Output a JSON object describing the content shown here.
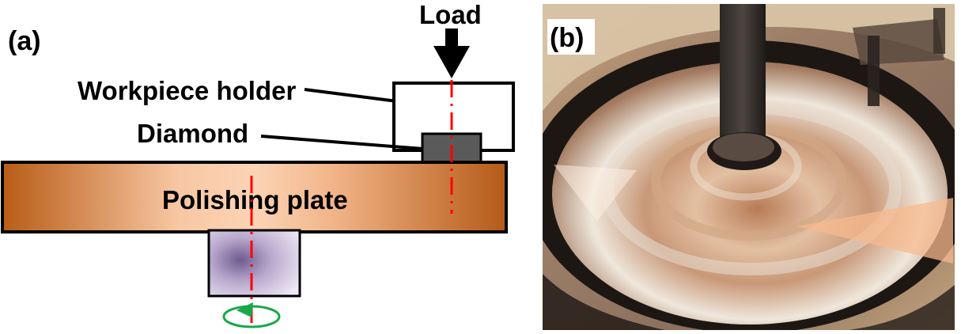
{
  "figure": {
    "panel_a": {
      "label": "(a)",
      "labels": {
        "load": "Load",
        "workpiece_holder": "Workpiece holder",
        "diamond": "Diamond",
        "polishing_plate": "Polishing plate"
      }
    },
    "panel_b": {
      "label": "(b)"
    }
  },
  "colors": {
    "plate_dark": "#b85c16",
    "plate_light": "#f7c5a0",
    "motor_dark": "#6f5b90",
    "motor_light": "#d7cee3",
    "diamond": "#5a5a5a",
    "axis": "#ff0000",
    "rotation": "#18a84b",
    "outline": "#000000"
  }
}
